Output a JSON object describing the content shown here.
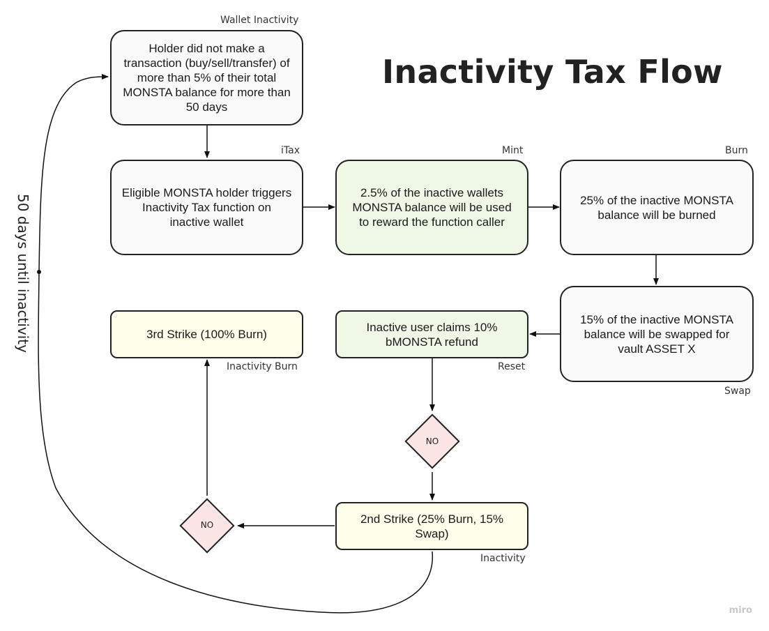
{
  "title": "Inactivity Tax Flow",
  "side_label": "50 days until inactivity",
  "watermark": "miro",
  "nodes": {
    "wallet": {
      "label": "Wallet Inactivity",
      "text": "Holder did not make a transaction (buy/sell/transfer) of more than 5% of their total MONSTA balance for more than 50 days"
    },
    "itax": {
      "label": "iTax",
      "text": "Eligible MONSTA holder triggers Inactivity Tax function on inactive wallet"
    },
    "mint": {
      "label": "Mint",
      "text": "2.5% of the inactive wallets MONSTA balance will be used to reward the function caller"
    },
    "burn": {
      "label": "Burn",
      "text": "25% of the inactive MONSTA balance will be burned"
    },
    "swap": {
      "label": "Swap",
      "text": "15% of the inactive MONSTA balance will be swapped for vault ASSET X"
    },
    "reset": {
      "label": "Reset",
      "text": "Inactive user claims 10% bMONSTA refund"
    },
    "strike3": {
      "label": "Inactivity Burn",
      "text": "3rd Strike (100% Burn)"
    },
    "strike2": {
      "label": "Inactivity",
      "text": "2nd Strike (25% Burn, 15% Swap)"
    },
    "decision1": {
      "text": "NO"
    },
    "decision2": {
      "text": "NO"
    }
  },
  "colors": {
    "white_fill": "#fafafa",
    "green_fill": "#eff7e7",
    "yellow_fill": "#fefeeb",
    "decision_fill": "#fbe5e5",
    "stroke": "#222222"
  }
}
